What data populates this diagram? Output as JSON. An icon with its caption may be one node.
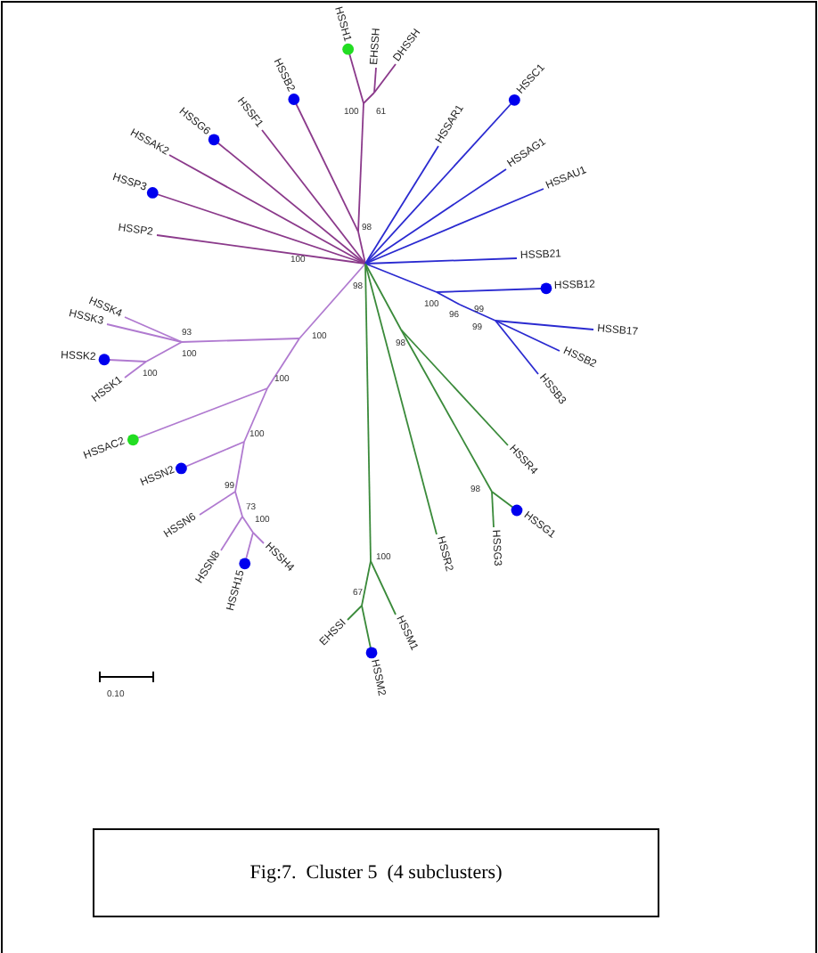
{
  "diagram": {
    "caption": "Fig:7.  Cluster 5  (4 subclusters)",
    "labels": [
      "HSSH1",
      "EHSSH",
      "DHSSH",
      "HSSB2",
      "HSSF1",
      "HSSG6",
      "HSSAK2",
      "HSSP3",
      "HSSP2",
      "HSSAR1",
      "HSSC1",
      "HSSAG1",
      "HSSAU1",
      "HSSB21",
      "HSSB12",
      "HSSB17",
      "HSSB2",
      "HSSB3",
      "HSSR4",
      "HSSG1",
      "HSSG3",
      "HSSR2",
      "HSSM1",
      "EHSSI",
      "HSSM2",
      "HSSK4",
      "HSSK3",
      "HSSK2",
      "HSSK1",
      "HSSAC2",
      "HSSN2",
      "HSSN6",
      "HSSN8",
      "HSSH4",
      "HSSH15",
      "100",
      "61",
      "98",
      "100",
      "100",
      "96",
      "99",
      "99",
      "98",
      "98",
      "98",
      "100",
      "67",
      "93",
      "100",
      "100",
      "100",
      "100",
      "100",
      "99",
      "73",
      "100",
      "0.10"
    ]
  }
}
